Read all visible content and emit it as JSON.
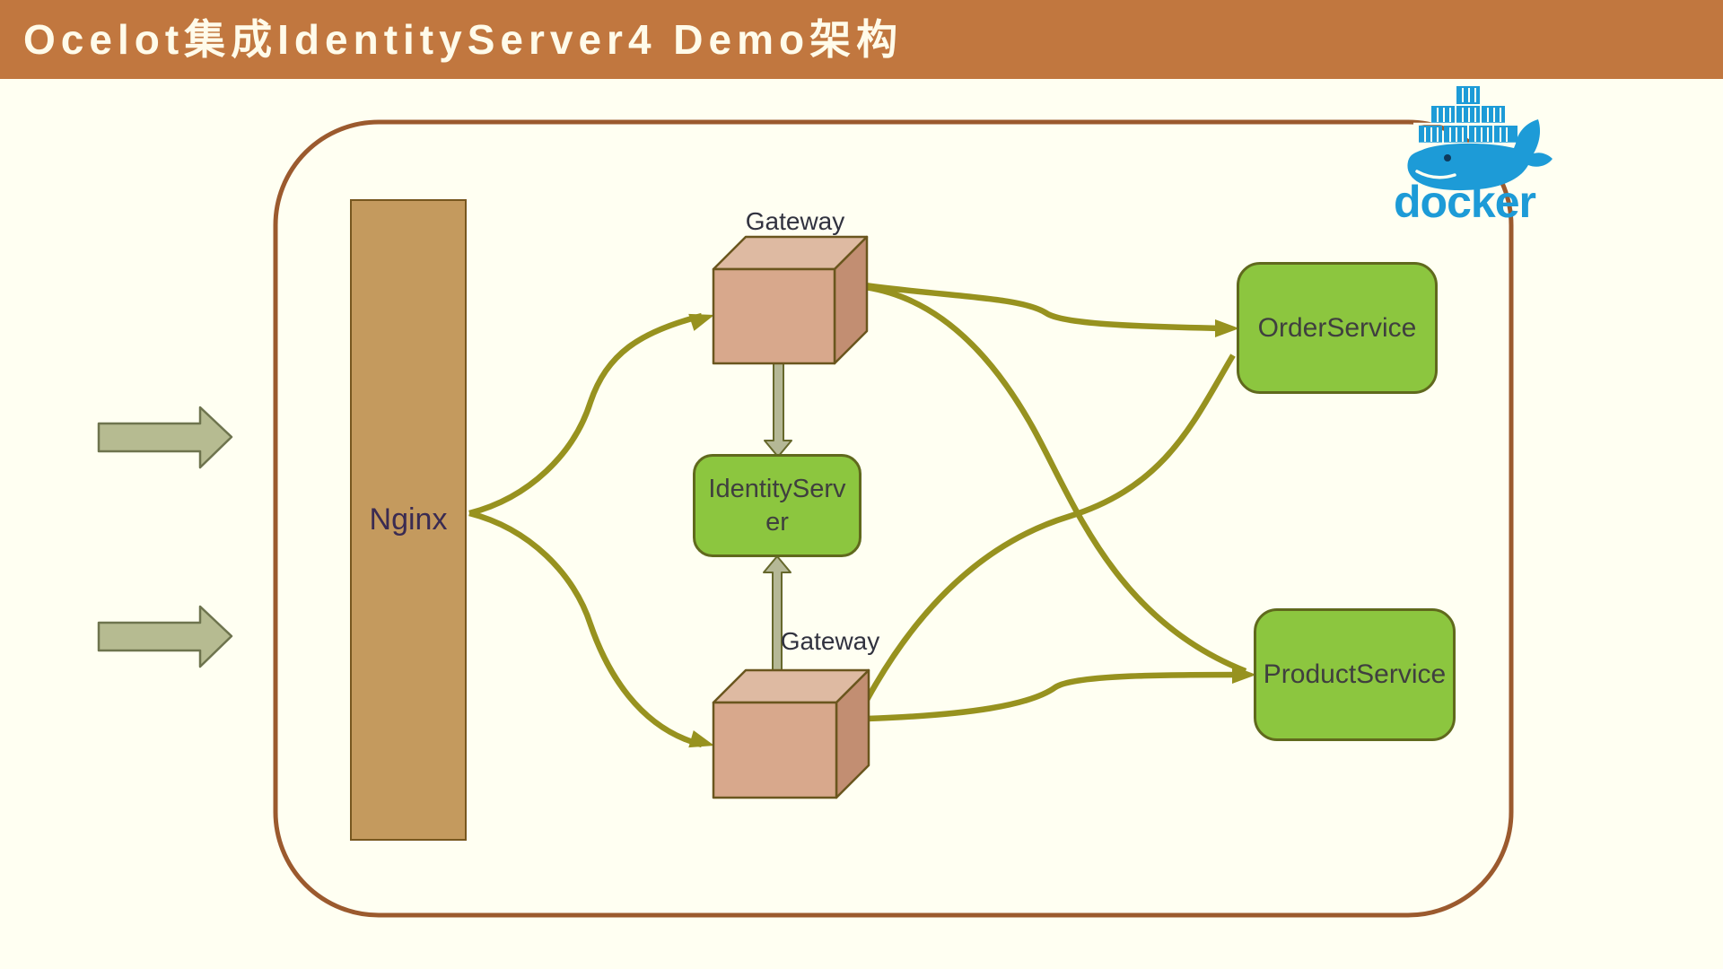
{
  "slide": {
    "title": "Ocelot集成IdentityServer4 Demo架构"
  },
  "diagram": {
    "nginx_label": "Nginx",
    "gateway_top_label": "Gateway",
    "gateway_bottom_label": "Gateway",
    "identity_server_label": "IdentityServ\ner",
    "order_service_label": "OrderService",
    "product_service_label": "ProductService"
  },
  "docker": {
    "wordmark": "docker",
    "logo_icon": "docker-whale-icon"
  },
  "colors": {
    "banner": "#C1773F",
    "banner_text": "#FFFBEA",
    "background": "#FFFFF2",
    "frame_border": "#9B5A2E",
    "nginx_fill": "#C49A5E",
    "nginx_text": "#3A2B52",
    "cube_front": "#D8A88C",
    "cube_top": "#DEBAA2",
    "cube_side": "#C28E72",
    "cube_outline": "#6A561E",
    "service_fill": "#8CC63F",
    "service_border": "#60691D",
    "service_text": "#3F3F3F",
    "flow_line_olive": "#97921F",
    "block_arrow_fill": "#B6BB91",
    "block_arrow_border": "#6E744E",
    "auth_connector_fill": "#B5B896",
    "auth_connector_border": "#66682C",
    "docker_blue": "#1D9BD7"
  }
}
